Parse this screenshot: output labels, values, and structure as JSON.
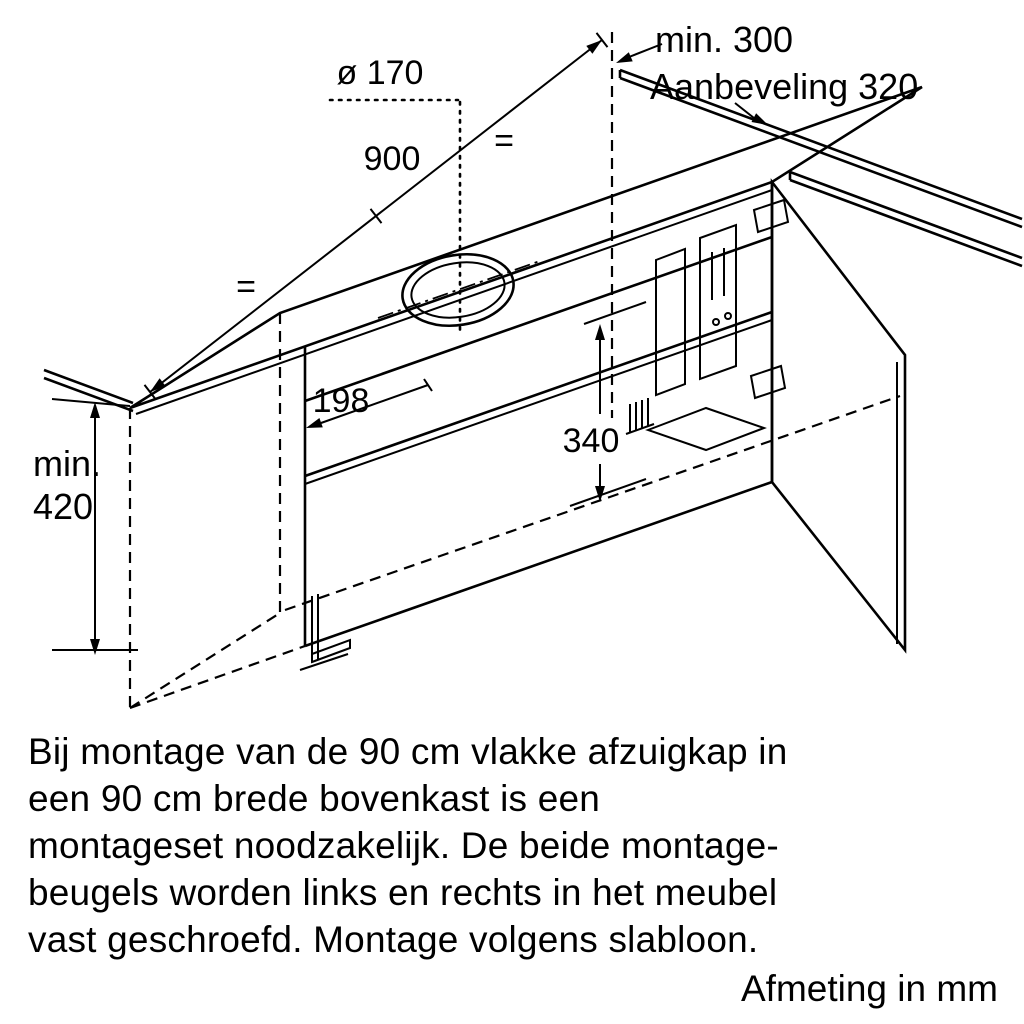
{
  "diagram": {
    "labels": {
      "diameter": "ø 170",
      "min_300": "min. 300",
      "recommendation": "Aanbeveling 320",
      "width": "900",
      "equal_left": "=",
      "equal_right": "=",
      "depth_to_center": "198",
      "inner_height": "340",
      "min_height_label": "min.",
      "min_height_value": "420"
    }
  },
  "caption": {
    "lines": [
      "Bij montage van de 90 cm vlakke afzuigkap in",
      "een 90 cm brede bovenkast is een",
      "montageset noodzakelijk. De beide montage-",
      "beugels worden links en rechts in het meubel",
      "vast geschroefd. Montage volgens slabloon."
    ]
  },
  "footer": {
    "units_note": "Afmeting in mm"
  },
  "colors": {
    "line": "#000000",
    "background": "#ffffff"
  }
}
